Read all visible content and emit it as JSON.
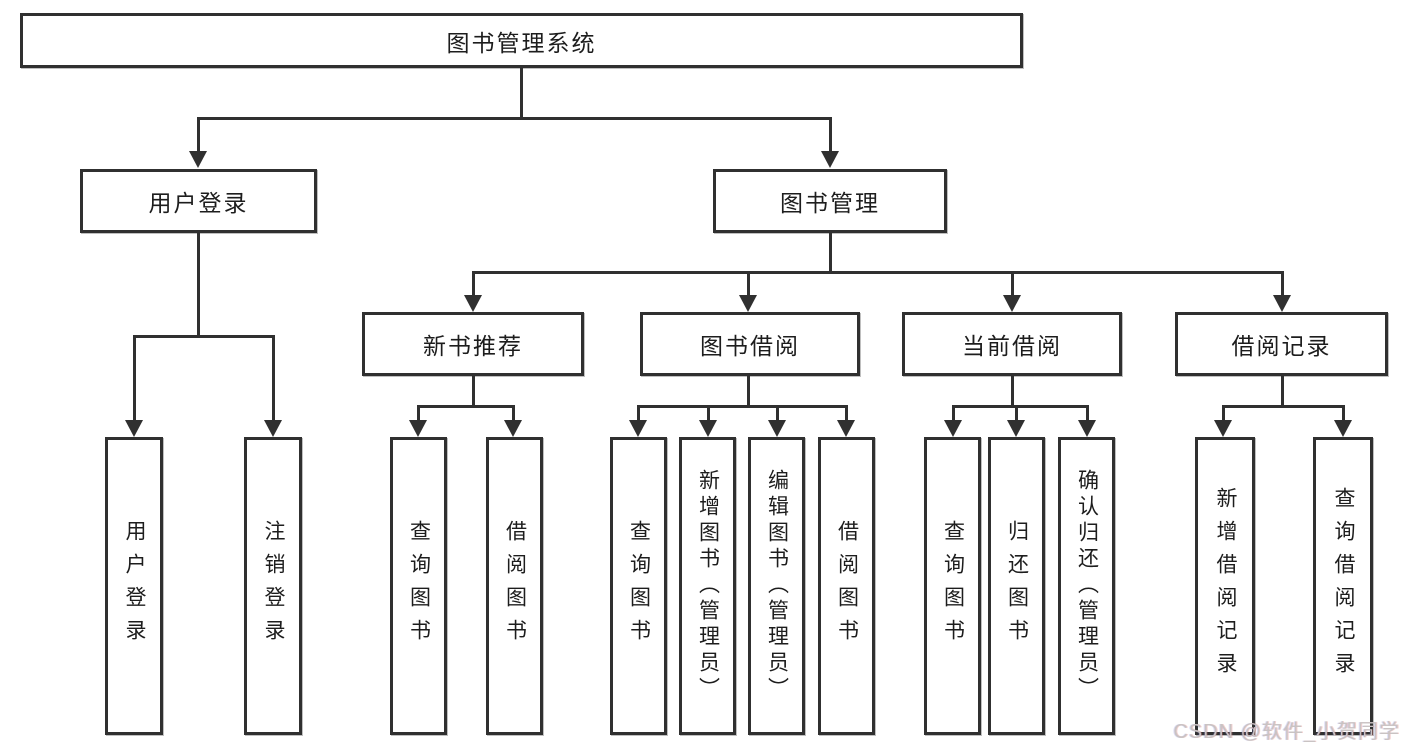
{
  "tree": {
    "root": {
      "label": "图书管理系统",
      "children": [
        {
          "label": "用户登录",
          "children": [
            {
              "label": "用户登录"
            },
            {
              "label": "注销登录"
            }
          ]
        },
        {
          "label": "图书管理",
          "children": [
            {
              "label": "新书推荐",
              "children": [
                {
                  "label": "查询图书"
                },
                {
                  "label": "借阅图书"
                }
              ]
            },
            {
              "label": "图书借阅",
              "children": [
                {
                  "label": "查询图书"
                },
                {
                  "label": "新增图书（管理员）"
                },
                {
                  "label": "编辑图书（管理员）"
                },
                {
                  "label": "借阅图书"
                }
              ]
            },
            {
              "label": "当前借阅",
              "children": [
                {
                  "label": "查询图书"
                },
                {
                  "label": "归还图书"
                },
                {
                  "label": "确认归还（管理员）"
                }
              ]
            },
            {
              "label": "借阅记录",
              "children": [
                {
                  "label": "新增借阅记录"
                },
                {
                  "label": "查询借阅记录"
                }
              ]
            }
          ]
        }
      ]
    }
  },
  "watermark": "CSDN @软件_小贺同学",
  "colors": {
    "line": "#303030",
    "text": "#1d1d1d",
    "watermark": "#c9c3c3",
    "background": "#ffffff"
  }
}
